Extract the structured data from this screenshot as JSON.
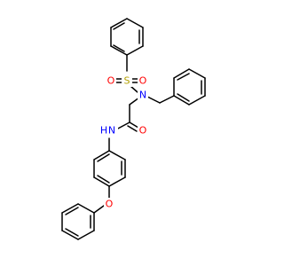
{
  "molecule": {
    "atom_labels": {
      "sulfur": "S",
      "sulfonyl_oxygen_left": "O",
      "sulfonyl_oxygen_right": "O",
      "sulfonamide_nitrogen": "N",
      "carbonyl_oxygen": "O",
      "amide_nitrogen": "N",
      "amide_hydrogen": "H",
      "ether_oxygen": "O"
    }
  },
  "colors": {
    "bond": "#000000",
    "sulfur": "#b3a000",
    "oxygen": "#ff0000",
    "nitrogen": "#0000ff"
  }
}
